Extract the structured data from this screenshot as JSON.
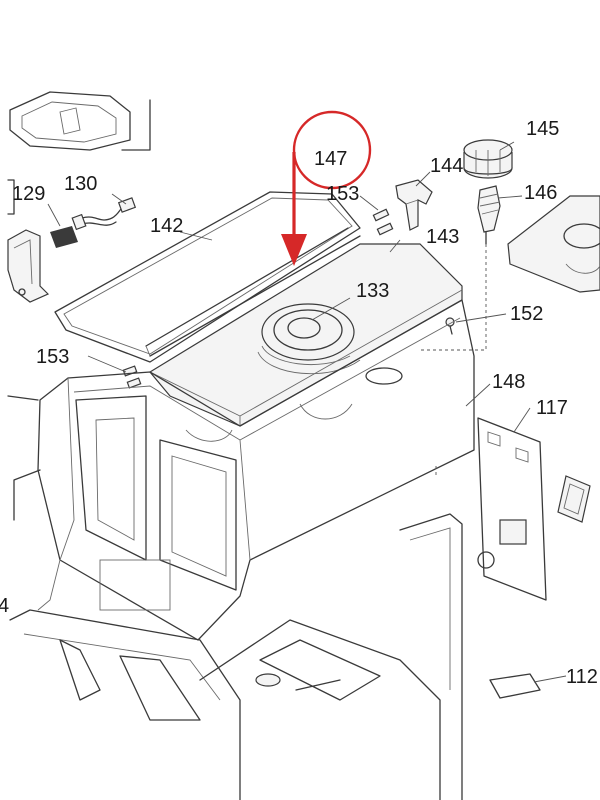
{
  "diagram": {
    "labels": {
      "p145": "145",
      "p147": "147",
      "p144": "144",
      "p146": "146",
      "p129": "129",
      "p130": "130",
      "p153a": "153",
      "p142": "142",
      "p143": "143",
      "p133": "133",
      "p152": "152",
      "p153b": "153",
      "p148": "148",
      "p117": "117",
      "p112": "112",
      "p4": "4"
    },
    "highlighted_part": "147",
    "colors": {
      "highlight": "#d62828",
      "line": "#3a3a3a",
      "background": "#ffffff"
    }
  }
}
